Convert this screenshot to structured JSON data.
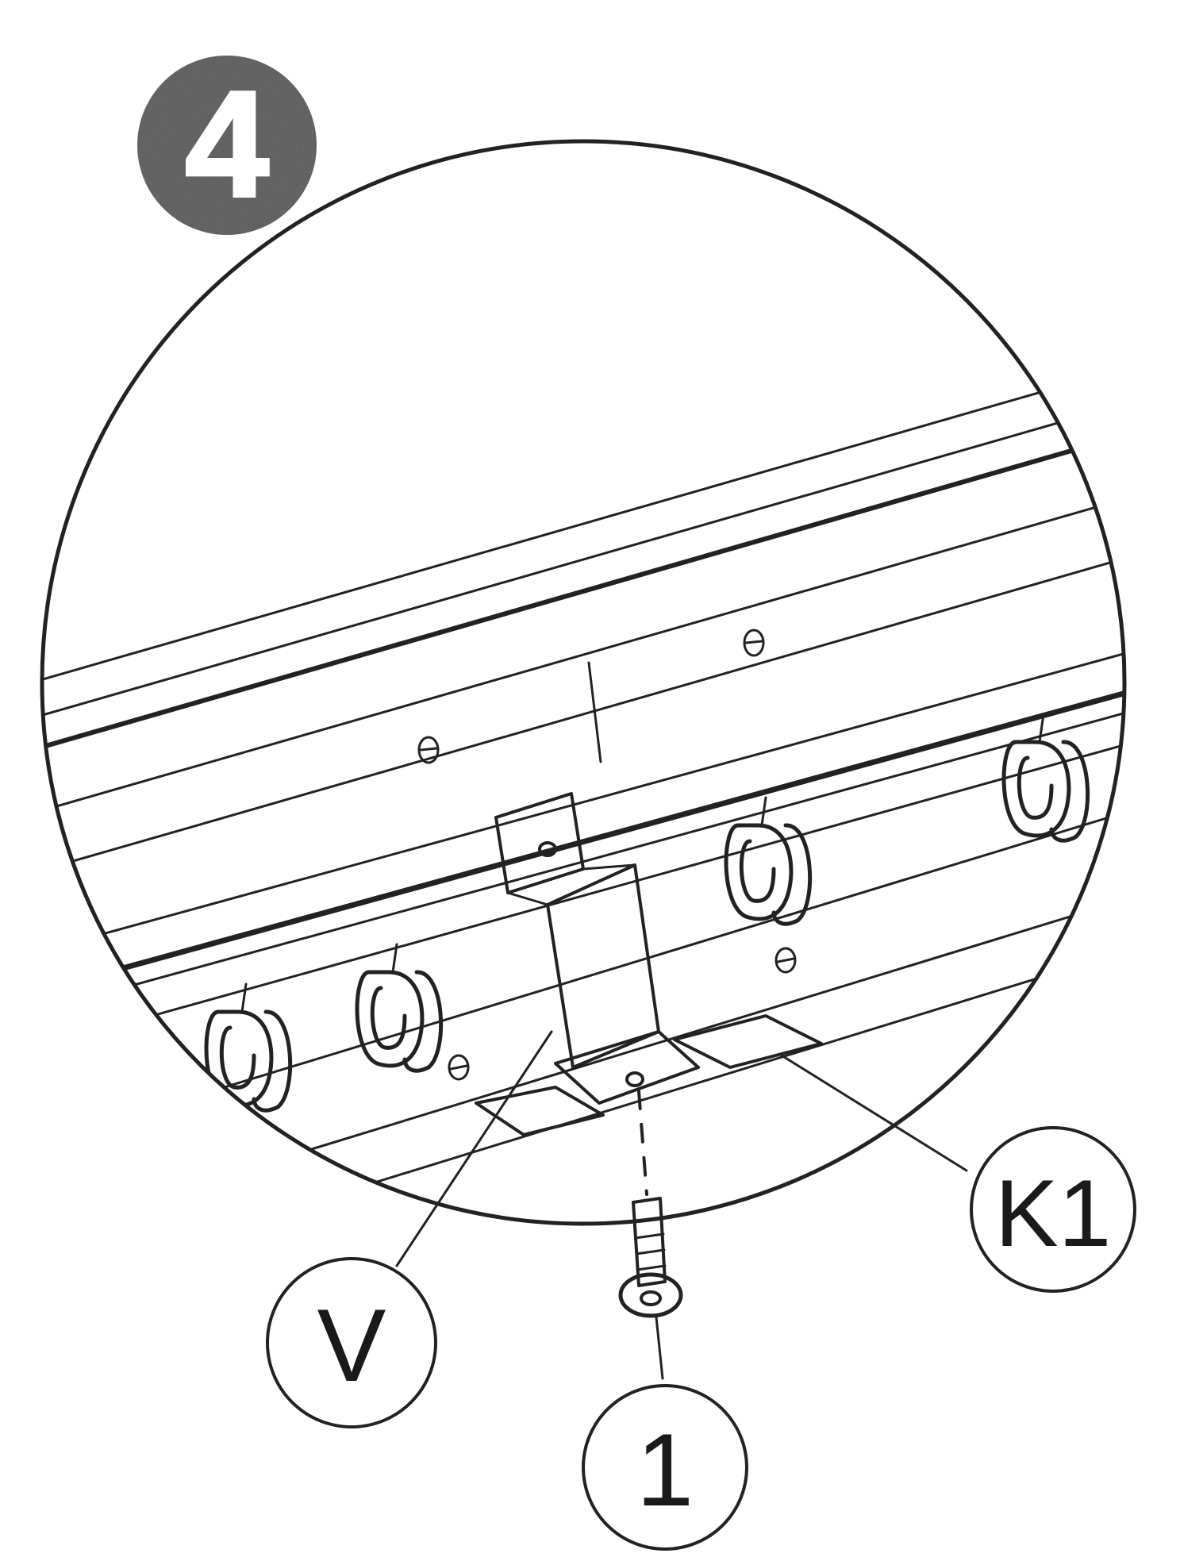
{
  "step": {
    "number": "4",
    "badge_color": "#555555"
  },
  "callouts": {
    "v": "V",
    "k1": "K1",
    "screw": "1"
  },
  "colors": {
    "ink": "#222222",
    "paper": "#ffffff"
  }
}
